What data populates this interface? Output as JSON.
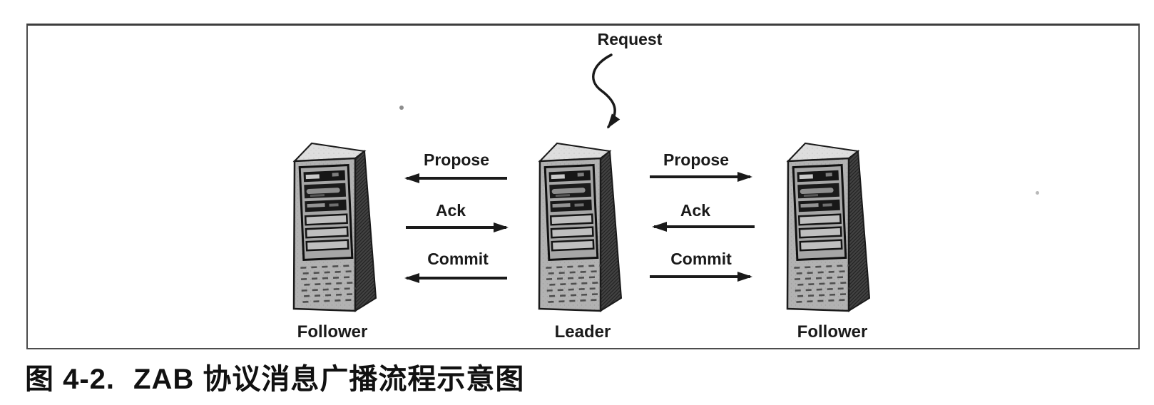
{
  "figure": {
    "request_label": "Request",
    "nodes": [
      {
        "id": "follower-left",
        "label": "Follower"
      },
      {
        "id": "leader",
        "label": "Leader"
      },
      {
        "id": "follower-right",
        "label": "Follower"
      }
    ],
    "left_messages": [
      {
        "label": "Propose",
        "direction": "toward-follower"
      },
      {
        "label": "Ack",
        "direction": "toward-leader"
      },
      {
        "label": "Commit",
        "direction": "toward-follower"
      }
    ],
    "right_messages": [
      {
        "label": "Propose",
        "direction": "toward-follower"
      },
      {
        "label": "Ack",
        "direction": "toward-leader"
      },
      {
        "label": "Commit",
        "direction": "toward-follower"
      }
    ],
    "icons": {
      "node": "server-tower-3d-clipart",
      "request": "curved-arrow-down"
    }
  },
  "caption": {
    "figure_label": "图 4-2.",
    "title": "ZAB 协议消息广播流程示意图"
  },
  "colors": {
    "ink": "#1a1a1a",
    "frame_border": "#4c4c4c",
    "tower_front": "#b2b2b2",
    "tower_side": "#3f3f3f",
    "tower_top": "#dedede",
    "background": "#ffffff"
  }
}
